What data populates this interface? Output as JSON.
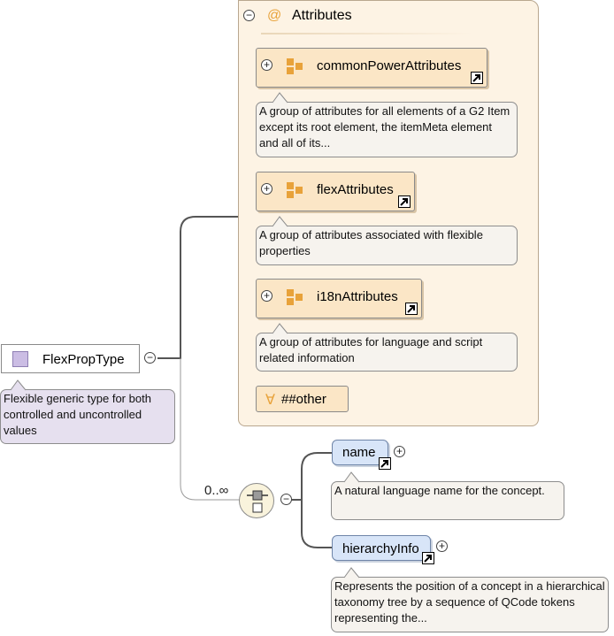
{
  "attributes_group": {
    "at_symbol": "@",
    "title": "Attributes",
    "collapse_symbol": "−",
    "items": [
      {
        "name": "commonPowerAttributes",
        "expand_symbol": "+",
        "note": "A group of attributes for all elements of a G2 Item except its root element, the itemMeta element and all of its..."
      },
      {
        "name": "flexAttributes",
        "expand_symbol": "+",
        "note": "A group of attributes associated with flexible properties"
      },
      {
        "name": "i18nAttributes",
        "expand_symbol": "+",
        "note": "A group of attributes for language and script related information"
      }
    ],
    "any_attribute": {
      "symbol": "∀",
      "label": "##other"
    }
  },
  "root_type": {
    "name": "FlexPropType",
    "collapse_symbol": "−",
    "note": "Flexible generic type for both controlled and uncontrolled values"
  },
  "sequence": {
    "cardinality": "0..∞",
    "collapse_symbol": "−",
    "elements": [
      {
        "name": "name",
        "expand_symbol": "+",
        "note": "A natural language name for the concept."
      },
      {
        "name": "hierarchyInfo",
        "expand_symbol": "+",
        "note": "Represents the position of a concept in a hierarchical taxonomy tree by a sequence of QCode tokens representing the..."
      }
    ]
  },
  "colors": {
    "attribute_bg": "#fdf3e4",
    "group_bg": "#fbe6c6",
    "group_icon": "#e8a23a",
    "element_bg": "#d8e5f8",
    "type_icon": "#cbbde4"
  }
}
